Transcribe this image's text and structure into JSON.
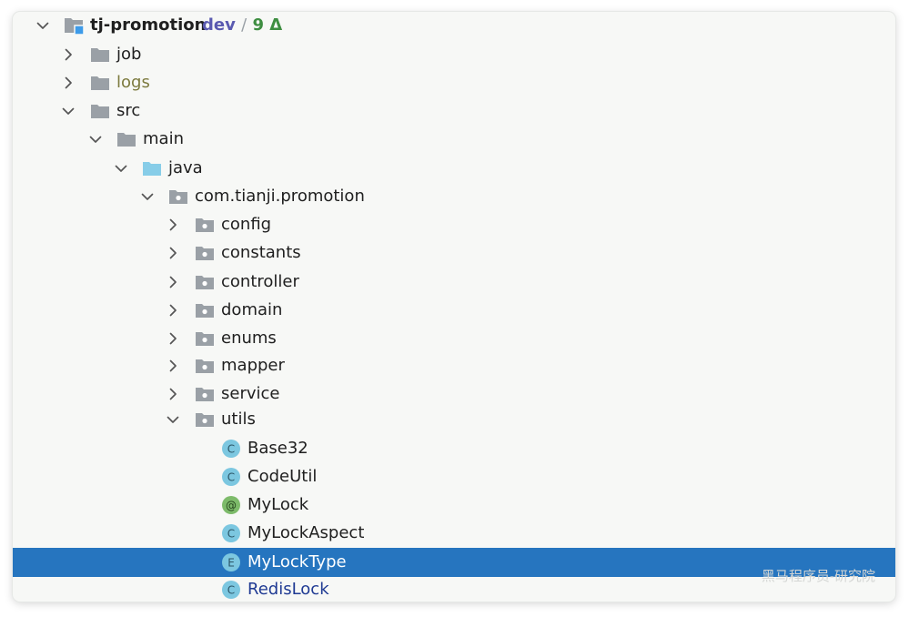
{
  "project": {
    "name": "tj-promotion",
    "branch": "dev",
    "separator": "/",
    "changes": "9 Δ"
  },
  "tree": {
    "job": "job",
    "logs": "logs",
    "src": "src",
    "main": "main",
    "java": "java",
    "package": "com.tianji.promotion",
    "config": "config",
    "constants": "constants",
    "controller": "controller",
    "domain": "domain",
    "enums": "enums",
    "mapper": "mapper",
    "service": "service",
    "utils": "utils",
    "base32": "Base32",
    "codeutil": "CodeUtil",
    "mylock": "MyLock",
    "mylockaspect": "MyLockAspect",
    "mylocktype": "MyLockType",
    "redislock": "RedisLock"
  },
  "badges": {
    "class": "C",
    "annotation": "@",
    "enum": "E"
  },
  "watermark": "黑马程序员-研究院",
  "colors": {
    "selection": "#2675bf",
    "folder": "#9aa0a6",
    "source_folder": "#87cde8",
    "class_badge": "#7cc7e0",
    "annotation_badge": "#7dbb6a"
  },
  "icons": {
    "expanded": "chevron-down-icon",
    "collapsed": "chevron-right-icon",
    "folder": "folder-icon",
    "package": "package-icon",
    "class": "class-icon",
    "annotation": "annotation-icon",
    "enum": "enum-icon"
  }
}
